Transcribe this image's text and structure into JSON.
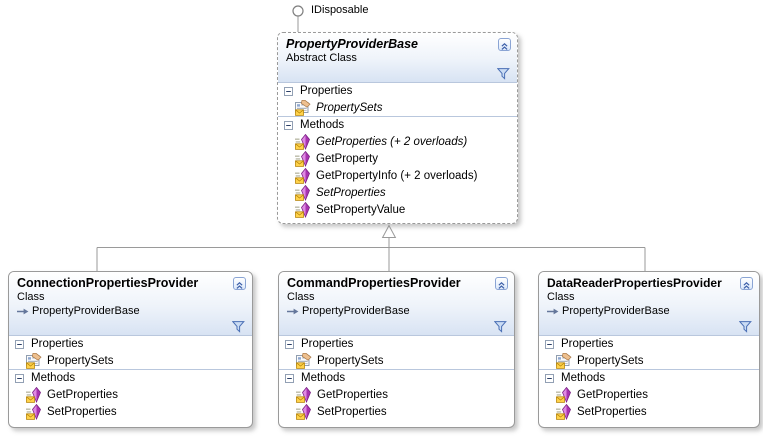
{
  "interface": {
    "label": "IDisposable"
  },
  "classes": [
    {
      "title": "PropertyProviderBase",
      "stereotype": "Abstract Class",
      "compartments": [
        {
          "label": "Properties",
          "members": [
            {
              "name": "PropertySets"
            }
          ]
        },
        {
          "label": "Methods",
          "members": [
            {
              "name": "GetProperties (+ 2 overloads)"
            },
            {
              "name": "GetProperty"
            },
            {
              "name": "GetPropertyInfo (+ 2 overloads)"
            },
            {
              "name": "SetProperties"
            },
            {
              "name": "SetPropertyValue"
            }
          ]
        }
      ]
    },
    {
      "title": "ConnectionPropertiesProvider",
      "stereotype": "Class",
      "base_type": "PropertyProviderBase",
      "compartments": [
        {
          "label": "Properties",
          "members": [
            {
              "name": "PropertySets"
            }
          ]
        },
        {
          "label": "Methods",
          "members": [
            {
              "name": "GetProperties"
            },
            {
              "name": "SetProperties"
            }
          ]
        }
      ]
    },
    {
      "title": "CommandPropertiesProvider",
      "stereotype": "Class",
      "base_type": "PropertyProviderBase",
      "compartments": [
        {
          "label": "Properties",
          "members": [
            {
              "name": "PropertySets"
            }
          ]
        },
        {
          "label": "Methods",
          "members": [
            {
              "name": "GetProperties"
            },
            {
              "name": "SetProperties"
            }
          ]
        }
      ]
    },
    {
      "title": "DataReaderPropertiesProvider",
      "stereotype": "Class",
      "base_type": "PropertyProviderBase",
      "compartments": [
        {
          "label": "Properties",
          "members": [
            {
              "name": "PropertySets"
            }
          ]
        },
        {
          "label": "Methods",
          "members": [
            {
              "name": "GetProperties"
            },
            {
              "name": "SetProperties"
            }
          ]
        }
      ]
    }
  ],
  "icons": {
    "collapse": "double-chevron-up-icon",
    "filter": "funnel-icon",
    "expander": "minus-box-icon",
    "property_member": "property-protected-icon (card+hand+envelope)",
    "method_member": "method-protected-icon (magenta-diamond+envelope)",
    "base_arrow": "inheritance-arrow-icon",
    "interface": "lollipop-circle-icon"
  },
  "colors": {
    "box_border": "#9a9a9a",
    "header_gradient_bottom": "#d8e3f3",
    "compartment_separator": "#b9c7dd",
    "connector": "#9a9a9a",
    "method_icon": "#b43cba",
    "envelope": "#ffd24a",
    "filter_icon": "#4a6fb5",
    "collapse_button_border": "#8aa4d4"
  }
}
